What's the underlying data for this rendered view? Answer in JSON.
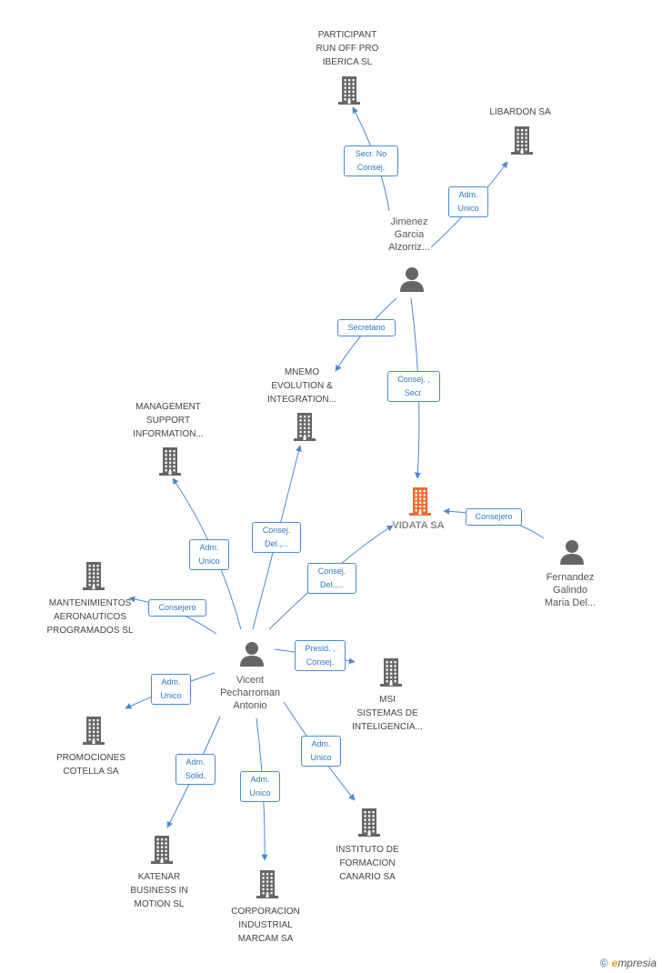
{
  "colors": {
    "edge": "#4a8ad6",
    "edge_label_text": "#2f75c8",
    "building": "#666666",
    "focus_building": "#f26a35",
    "person": "#666666"
  },
  "nodes": {
    "participant": {
      "label": "PARTICIPANT\nRUN OFF PRO\nIBERICA SL",
      "icon": "building-icon"
    },
    "libardon": {
      "label": "LIBARDON SA",
      "icon": "building-icon"
    },
    "jimenez": {
      "label": "Jimenez\nGarcia\nAlzorriz...",
      "icon": "person-icon"
    },
    "mnemo": {
      "label": "MNEMO\nEVOLUTION &\nINTEGRATION...",
      "icon": "building-icon"
    },
    "management": {
      "label": "MANAGEMENT\nSUPPORT\nINFORMATION...",
      "icon": "building-icon"
    },
    "vidata": {
      "label": "VIDATA SA",
      "icon": "building-icon"
    },
    "fernandez": {
      "label": "Fernandez\nGalindo\nMaria Del...",
      "icon": "person-icon"
    },
    "mantenimientos": {
      "label": "MANTENIMIENTOS\nAERONAUTICOS\nPROGRAMADOS SL",
      "icon": "building-icon"
    },
    "vicent": {
      "label": "Vicent\nPecharroman\nAntonio",
      "icon": "person-icon"
    },
    "msi": {
      "label": "MSI\nSISTEMAS DE\nINTELIGENCIA...",
      "icon": "building-icon"
    },
    "promociones": {
      "label": "PROMOCIONES\nCOTELLA SA",
      "icon": "building-icon"
    },
    "instituto": {
      "label": "INSTITUTO DE\nFORMACION\nCANARIO SA",
      "icon": "building-icon"
    },
    "katenar": {
      "label": "KATENAR\nBUSINESS IN\nMOTION  SL",
      "icon": "building-icon"
    },
    "corporacion": {
      "label": "CORPORACION\nINDUSTRIAL\nMARCAM SA",
      "icon": "building-icon"
    }
  },
  "edges": [
    {
      "from": "jimenez",
      "to": "participant",
      "label": "Secr.  No\nConsej."
    },
    {
      "from": "jimenez",
      "to": "libardon",
      "label": "Adm.\nUnico"
    },
    {
      "from": "jimenez",
      "to": "mnemo",
      "label": "Secretario"
    },
    {
      "from": "jimenez",
      "to": "vidata",
      "label": "Consej. ,\nSecr."
    },
    {
      "from": "fernandez",
      "to": "vidata",
      "label": "Consejero"
    },
    {
      "from": "vicent",
      "to": "management",
      "label": "Adm.\nUnico"
    },
    {
      "from": "vicent",
      "to": "mnemo",
      "label": "Consej.\nDel.,..."
    },
    {
      "from": "vicent",
      "to": "vidata",
      "label": "Consej.\nDel.,..."
    },
    {
      "from": "vicent",
      "to": "mantenimientos",
      "label": "Consejero"
    },
    {
      "from": "vicent",
      "to": "msi",
      "label": "Presid. ,\nConsej."
    },
    {
      "from": "vicent",
      "to": "promociones",
      "label": "Adm.\nUnico"
    },
    {
      "from": "vicent",
      "to": "instituto",
      "label": "Adm.\nUnico"
    },
    {
      "from": "vicent",
      "to": "katenar",
      "label": "Adm.\nSolid."
    },
    {
      "from": "vicent",
      "to": "corporacion",
      "label": "Adm.\nUnico"
    }
  ],
  "brand": {
    "copyright": "©",
    "e": "e",
    "rest": "mpresia"
  }
}
